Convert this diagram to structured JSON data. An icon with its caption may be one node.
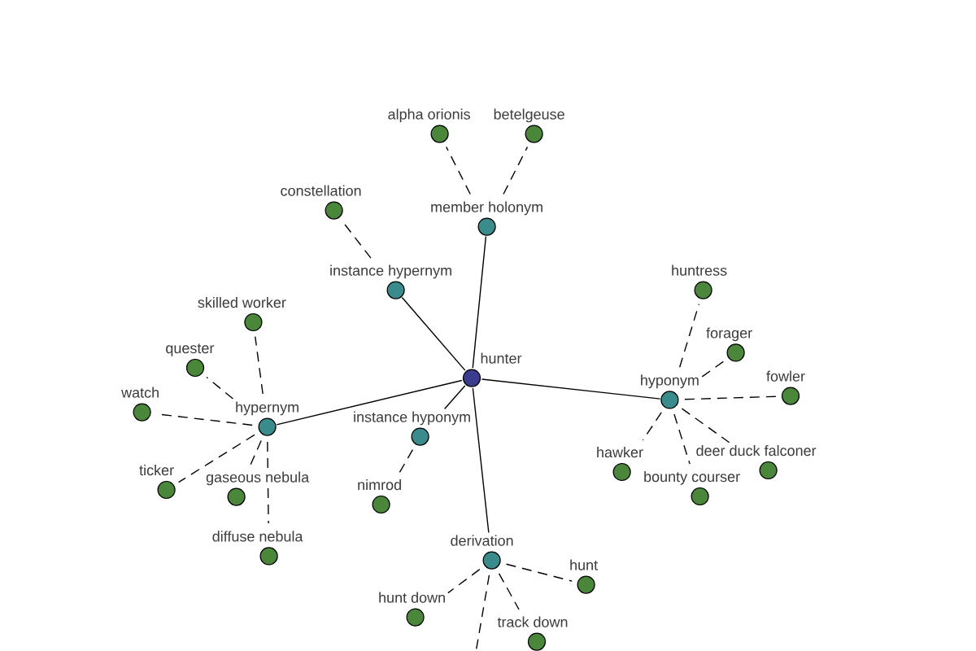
{
  "diagram": {
    "nodes": [
      {
        "text": [
          "alpha orionis"
        ]
      },
      {
        "text": [
          "betelgeuse"
        ]
      },
      {
        "text": [
          "constellation"
        ]
      },
      {
        "text": [
          "member holonym"
        ]
      },
      {
        "text": [
          "instance hypernym"
        ]
      },
      {
        "text": [
          "huntress"
        ]
      },
      {
        "text": [
          "skilled worker"
        ]
      },
      {
        "text": [
          "forager"
        ]
      },
      {
        "text": [
          "quester"
        ]
      },
      {
        "text": [
          "hunter"
        ]
      },
      {
        "text": [
          "fowler"
        ]
      },
      {
        "text": [
          "hyponym"
        ]
      },
      {
        "text": [
          "watch"
        ]
      },
      {
        "text": [
          "hypernym"
        ]
      },
      {
        "text": [
          "instance hyponym"
        ]
      },
      {
        "text": [
          "hawker"
        ]
      },
      {
        "text": [
          "deer duck falconer"
        ]
      },
      {
        "text": [
          "ticker"
        ]
      },
      {
        "text": [
          "gaseous nebula"
        ]
      },
      {
        "text": [
          "bounty courser"
        ]
      },
      {
        "text": [
          "nimrod"
        ]
      },
      {
        "text": [
          "diffuse nebula"
        ]
      },
      {
        "text": [
          "derivation"
        ]
      },
      {
        "text": [
          "hunt"
        ]
      },
      {
        "text": [
          "hunt down"
        ]
      },
      {
        "text": [
          "track down"
        ]
      }
    ],
    "edges": [
      {
        "from": 9,
        "to": 3,
        "arrow": "none"
      },
      {
        "from": 9,
        "to": 4,
        "arrow": "none"
      },
      {
        "from": 9,
        "to": 13,
        "arrow": "none"
      },
      {
        "from": 9,
        "to": 14,
        "arrow": "none"
      },
      {
        "from": 9,
        "to": 11,
        "arrow": "none"
      },
      {
        "from": 9,
        "to": 22,
        "arrow": "none"
      },
      {
        "from": 3,
        "to": 0,
        "arrow": "none",
        "style": "dashed"
      },
      {
        "from": 3,
        "to": 1,
        "arrow": "none",
        "style": "dashed"
      },
      {
        "from": 4,
        "to": 2,
        "arrow": "none",
        "style": "dashed"
      },
      {
        "from": 13,
        "to": 6,
        "arrow": "none",
        "style": "dashed"
      },
      {
        "from": 13,
        "to": 8,
        "arrow": "none",
        "style": "dashed"
      },
      {
        "from": 13,
        "to": 12,
        "arrow": "none",
        "style": "dashed"
      },
      {
        "from": 13,
        "to": 17,
        "arrow": "none",
        "style": "dashed"
      },
      {
        "from": 13,
        "to": 18,
        "arrow": "none",
        "style": "dashed"
      },
      {
        "from": 13,
        "to": 21,
        "arrow": "none",
        "style": "dashed"
      },
      {
        "from": 14,
        "to": 20,
        "arrow": "none",
        "style": "dashed"
      },
      {
        "from": 11,
        "to": 5,
        "arrow": "none",
        "style": "dashed"
      },
      {
        "from": 11,
        "to": 7,
        "arrow": "none",
        "style": "dashed"
      },
      {
        "from": 11,
        "to": 10,
        "arrow": "none",
        "style": "dashed"
      },
      {
        "from": 11,
        "to": 15,
        "arrow": "none",
        "style": "dashed"
      },
      {
        "from": 11,
        "to": 19,
        "arrow": "none",
        "style": "dashed"
      },
      {
        "from": 11,
        "to": 16,
        "arrow": "none",
        "style": "dashed"
      },
      {
        "from": 22,
        "to": 23,
        "arrow": "none",
        "style": "dashed"
      },
      {
        "from": 22,
        "to": 24,
        "arrow": "none",
        "style": "dashed"
      },
      {
        "from": 22,
        "to": 25,
        "arrow": "none",
        "style": "dashed"
      },
      {
        "from": 22,
        "to": null,
        "arrow": "none",
        "style": "dashed"
      }
    ]
  }
}
